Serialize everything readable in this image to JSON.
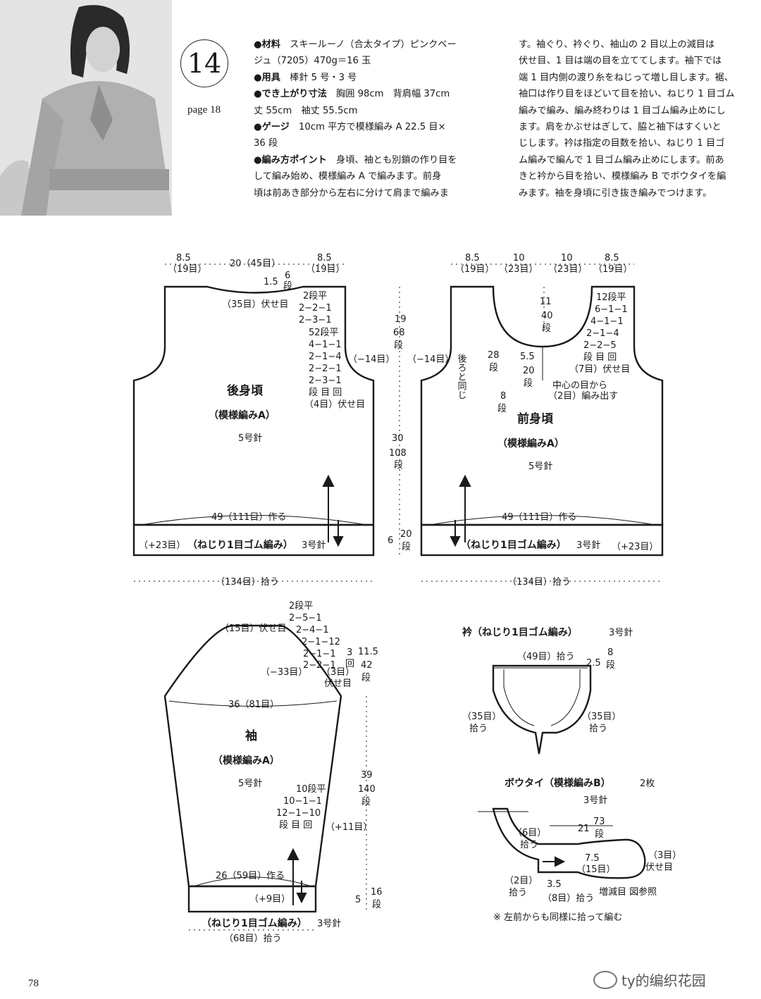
{
  "pattern": {
    "number": "14",
    "page_ref": "page 18",
    "page_number": "78"
  },
  "watermark": "ty的编织花园",
  "instructions": {
    "materials_head": "●材料",
    "materials_l1": "スキールーノ（合太タイプ）ピンクベー",
    "materials_l2": "ジュ（7205）470g＝16 玉",
    "tools_head": "●用具",
    "tools": "棒針 5 号・3 号",
    "size_head": "●でき上がり寸法",
    "size_l1": "胸囲 98cm　背肩幅 37cm",
    "size_l2": "丈 55cm　袖丈 55.5cm",
    "gauge_head": "●ゲージ",
    "gauge_l1": "10cm 平方で模様編み A 22.5 目×",
    "gauge_l2": "36 段",
    "points_head": "●編み方ポイント",
    "points_l1": "身頃、袖とも別鎖の作り目を",
    "points_l2": "して編み始め、模様編み A で編みます。前身",
    "points_l3": "頃は前あき部分から左右に分けて肩まで編みま",
    "right_lines": [
      "す。袖ぐり、衿ぐり、袖山の 2 目以上の減目は",
      "伏せ目、1 目は端の目を立ててします。袖下では",
      "端 1 目内側の渡り糸をねじって増し目します。裾、",
      "袖口は作り目をほどいて目を拾い、ねじり 1 目ゴム",
      "編みで編み、編み終わりは 1 目ゴム編み止めにし",
      "ます。肩をかぶせはぎして、脇と袖下はすくいと",
      "じします。衿は指定の目数を拾い、ねじり 1 目ゴ",
      "ム編みで編んで 1 目ゴム編み止めにします。前あ",
      "きと衿から目を拾い、模様編み B でボウタイを編",
      "みます。袖を身頃に引き抜き編みでつけます。"
    ]
  },
  "back": {
    "title": "後身頃",
    "pattern": "（模様編みA）",
    "needle": "5号針",
    "top_85_a": "8.5",
    "top_19_a": "（19目）",
    "top_20": "20（45目）",
    "top_85_b": "8.5",
    "top_19_b": "（19目）",
    "neck_15": "1.5",
    "neck_6": "6",
    "neck_6dan": "段",
    "neck_bind": "（35目）伏せ目",
    "dec": [
      "2段平",
      "2−2−1",
      "2−3−1",
      "52段平",
      "4−1−1",
      "2−1−4",
      "2−2−1",
      "2−3−1",
      "段 目 回",
      "（4目）伏せ目"
    ],
    "armhole_minus": "（−14目）",
    "cast_on": "49（111目）作る",
    "rib": "（ねじり1目ゴム編み）",
    "rib_needle": "3号針",
    "rib_plus": "（+23目）",
    "pickup": "（134目）拾う"
  },
  "center": {
    "v19": "19",
    "v68": "68",
    "vdan1": "段",
    "v30": "30",
    "v108": "108",
    "vdan2": "段",
    "v6": "6",
    "v20": "20",
    "vdan3": "段"
  },
  "front": {
    "title": "前身頃",
    "pattern": "（模様編みA）",
    "needle": "5号針",
    "top_85_a": "8.5",
    "top_19_a": "（19目）",
    "top_10_a": "10",
    "top_23_a": "（23目）",
    "top_10_b": "10",
    "top_23_b": "（23目）",
    "top_85_b": "8.5",
    "top_19_b": "（19目）",
    "armhole_minus": "（−14目）",
    "same_back": "後ろと同じ",
    "n11": "11",
    "n40": "40",
    "ndan": "段",
    "n28": "28",
    "n28dan": "段",
    "n55": "5.5",
    "n20": "20",
    "n20dan": "段",
    "n8": "8",
    "n8dan": "段",
    "center_l1": "中心の目から",
    "center_l2": "（2目）編み出す",
    "dec": [
      "12段平",
      "6−1−1",
      "4−1−1",
      "2−1−4",
      "2−2−5",
      "段 目 回",
      "（7目）伏せ目"
    ],
    "cast_on": "49（111目）作る",
    "rib": "（ねじり1目ゴム編み）",
    "rib_needle": "3号針",
    "rib_plus": "（+23目）",
    "pickup": "（134目）拾う"
  },
  "sleeve": {
    "title": "袖",
    "pattern": "（模様編みA）",
    "needle": "5号針",
    "cap_bind": "（15目）伏せ目",
    "cap_dec": [
      "2段平",
      "2−5−1",
      "2−4−1",
      "2−1−12",
      "2−1−1",
      "2−2−1"
    ],
    "cap_3": "3",
    "cap_kai": "回",
    "cap_115": "11.5",
    "cap_42": "42",
    "cap_dan": "段",
    "cap_minus": "（−33目）",
    "cap_3me": "（3目）",
    "cap_fuse": "伏せ目",
    "width": "36（81目）",
    "inc": [
      "10段平",
      "10−1−1",
      "12−1−10",
      "段 目 回"
    ],
    "inc_plus": "（+11目）",
    "v39": "39",
    "v140": "140",
    "vdan": "段",
    "cast_on": "26（59目）作る",
    "rib_plus": "（+9目）",
    "v5": "5",
    "v16": "16",
    "v16dan": "段",
    "rib": "（ねじり1目ゴム編み）",
    "rib_needle": "3号針",
    "pickup": "（68目）拾う"
  },
  "collar": {
    "title": "衿（ねじり1目ゴム編み）",
    "needle": "3号針",
    "pick49": "（49目）拾う",
    "h25": "2.5",
    "h8": "8",
    "h8dan": "段",
    "left35": "（35目）",
    "left_pick": "拾う",
    "right35": "（35目）",
    "right_pick": "拾う"
  },
  "bowtie": {
    "title": "ボウタイ（模様編みB）",
    "count": "2枚",
    "needle": "3号針",
    "len21": "21",
    "len73": "73",
    "len_dan": "段",
    "p6": "（6目）",
    "p6_pick": "拾う",
    "w75": "7.5",
    "w15": "（15目）",
    "end3": "（3目）",
    "end_fuse": "伏せ目",
    "p2": "（2目）",
    "p2_pick": "拾う",
    "v35": "3.5",
    "p8": "（8目）拾う",
    "ref": "増減目 図参照",
    "note": "※ 左前からも同様に拾って編む"
  }
}
